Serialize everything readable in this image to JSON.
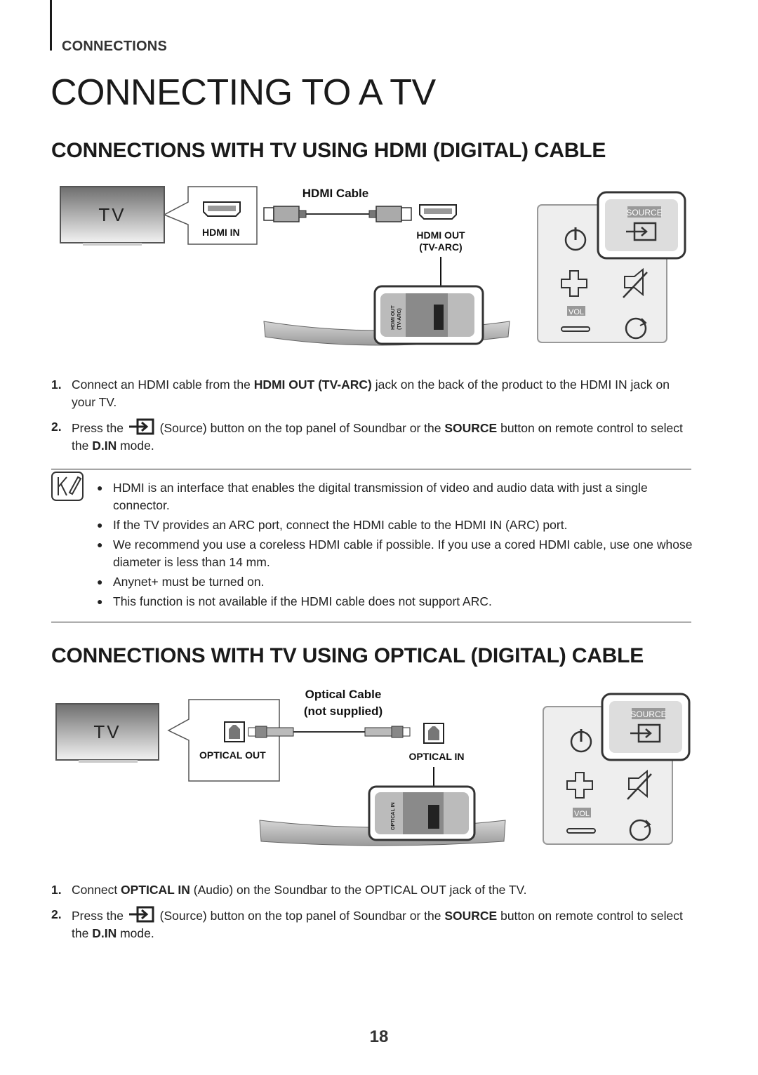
{
  "header": {
    "section": "CONNECTIONS"
  },
  "title": "CONNECTING TO A TV",
  "hdmi": {
    "heading": "CONNECTIONS WITH TV USING HDMI (DIGITAL) CABLE",
    "diagram": {
      "tv_label": "TV",
      "cable_label": "HDMI Cable",
      "tv_port": "HDMI IN",
      "bar_port_line1": "HDMI OUT",
      "bar_port_line2": "(TV-ARC)",
      "port_small_line1": "HDMI OUT",
      "port_small_line2": "(TV-ARC)",
      "source_label": "SOURCE",
      "vol_label": "VOL"
    },
    "steps": [
      {
        "num": "1.",
        "pre": "Connect an HDMI cable from the ",
        "bold1": "HDMI OUT (TV-ARC)",
        "post": " jack on the back of the product to the HDMI IN jack on your TV."
      },
      {
        "num": "2.",
        "pre": "Press the ",
        "mid": " (Source) button on the top panel of Soundbar or the ",
        "bold1": "SOURCE",
        "mid2": " button on remote control to select the ",
        "bold2": "D.IN",
        "post": " mode."
      }
    ],
    "notes": [
      "HDMI is an interface that enables the digital transmission of video and audio data with just a single connector.",
      "If the TV provides an ARC port, connect the HDMI cable to the HDMI IN (ARC) port.",
      "We recommend you use a coreless HDMI cable if possible. If you use a cored HDMI cable, use one whose diameter is less than 14 mm.",
      "Anynet+ must be turned on.",
      "This function is not available if the HDMI cable does not support ARC."
    ]
  },
  "optical": {
    "heading": "CONNECTIONS WITH TV USING OPTICAL (DIGITAL) CABLE",
    "diagram": {
      "tv_label": "TV",
      "cable_label_line1": "Optical Cable",
      "cable_label_line2": "(not supplied)",
      "tv_port": "OPTICAL OUT",
      "bar_port": "OPTICAL IN",
      "port_small": "OPTICAL IN",
      "source_label": "SOURCE",
      "vol_label": "VOL"
    },
    "steps": [
      {
        "num": "1.",
        "pre": "Connect ",
        "bold1": "OPTICAL IN",
        "post": " (Audio) on the Soundbar to the OPTICAL OUT jack of the TV."
      },
      {
        "num": "2.",
        "pre": "Press the ",
        "mid": " (Source) button on the top panel of Soundbar or the ",
        "bold1": "SOURCE",
        "mid2": " button on remote control to select the ",
        "bold2": "D.IN",
        "post": " mode."
      }
    ]
  },
  "page_number": "18",
  "icons": {
    "source": "source-input-icon",
    "note": "note-pencil-icon",
    "power": "power-icon",
    "volume_up": "plus-icon",
    "volume_down": "minus-icon",
    "mute": "mute-icon",
    "repeat": "repeat-icon"
  }
}
